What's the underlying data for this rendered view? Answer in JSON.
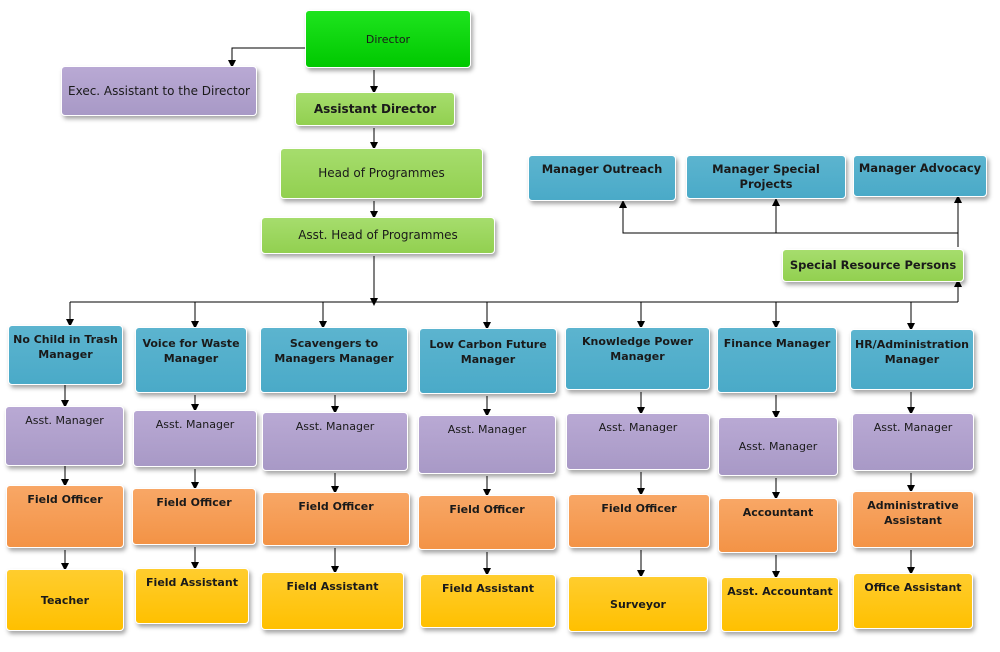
{
  "top": {
    "director": "Director",
    "exec_assistant": "Exec. Assistant to the Director",
    "assistant_director": "Assistant Director",
    "head_programmes": "Head of Programmes",
    "asst_head_programmes": "Asst. Head of Programmes"
  },
  "outreach": {
    "manager_outreach": "Manager Outreach",
    "manager_special_projects": "Manager Special Projects",
    "manager_advocacy": "Manager Advocacy",
    "special_resource_persons": "Special Resource Persons"
  },
  "departments": [
    {
      "manager": "No Child in Trash Manager",
      "asst": "Asst. Manager",
      "officer": "Field Officer",
      "staff": "Teacher"
    },
    {
      "manager": "Voice for Waste Manager",
      "asst": "Asst. Manager",
      "officer": "Field Officer",
      "staff": "Field Assistant"
    },
    {
      "manager": "Scavengers to Managers Manager",
      "asst": "Asst. Manager",
      "officer": "Field Officer",
      "staff": "Field Assistant"
    },
    {
      "manager": "Low Carbon Future Manager",
      "asst": "Asst. Manager",
      "officer": "Field Officer",
      "staff": "Field Assistant"
    },
    {
      "manager": "Knowledge Power Manager",
      "asst": "Asst. Manager",
      "officer": "Field Officer",
      "staff": "Surveyor"
    },
    {
      "manager": "Finance Manager",
      "asst": "Asst. Manager",
      "officer": "Accountant",
      "staff": "Asst. Accountant"
    },
    {
      "manager": "HR/Administration Manager",
      "asst": "Asst. Manager",
      "officer": "Administrative Assistant",
      "staff": "Office Assistant"
    }
  ]
}
